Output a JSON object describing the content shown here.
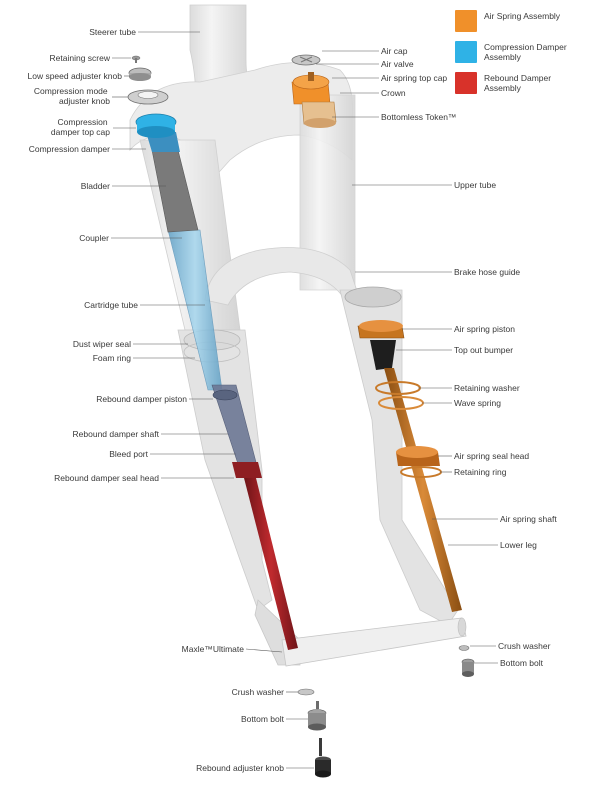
{
  "legend": [
    {
      "label": "Air Spring Assembly",
      "color": "#f0902a"
    },
    {
      "label": "Compression Damper Assembly",
      "color": "#2fb2e6"
    },
    {
      "label": "Rebound Damper Assembly",
      "color": "#d8322a"
    }
  ],
  "left_labels": [
    "Steerer tube",
    "Retaining screw",
    "Low speed adjuster knob",
    "Compression mode adjuster knob",
    "Compression damper top cap",
    "Compression damper",
    "Bladder",
    "Coupler",
    "Cartridge tube",
    "Dust wiper seal",
    "Foam ring",
    "Rebound damper piston",
    "Rebound damper shaft",
    "Bleed port",
    "Rebound damper seal head",
    "Maxle™Ultimate",
    "Crush washer",
    "Bottom bolt",
    "Rebound adjuster knob"
  ],
  "right_labels": [
    "Air cap",
    "Air valve",
    "Air spring top cap",
    "Crown",
    "Bottomless Token™",
    "Upper tube",
    "Brake hose guide",
    "Air spring piston",
    "Top out bumper",
    "Retaining washer",
    "Wave spring",
    "Air spring seal head",
    "Retaining ring",
    "Air spring shaft",
    "Lower leg",
    "Crush washer",
    "Bottom bolt"
  ],
  "colors": {
    "air": "#f0902a",
    "air_dark": "#b8641a",
    "compression": "#2fb2e6",
    "rebound": "#d8322a",
    "rebound_dark": "#8e1e22",
    "body": "#e6e6e6",
    "body_edge": "#cfcfcf"
  }
}
